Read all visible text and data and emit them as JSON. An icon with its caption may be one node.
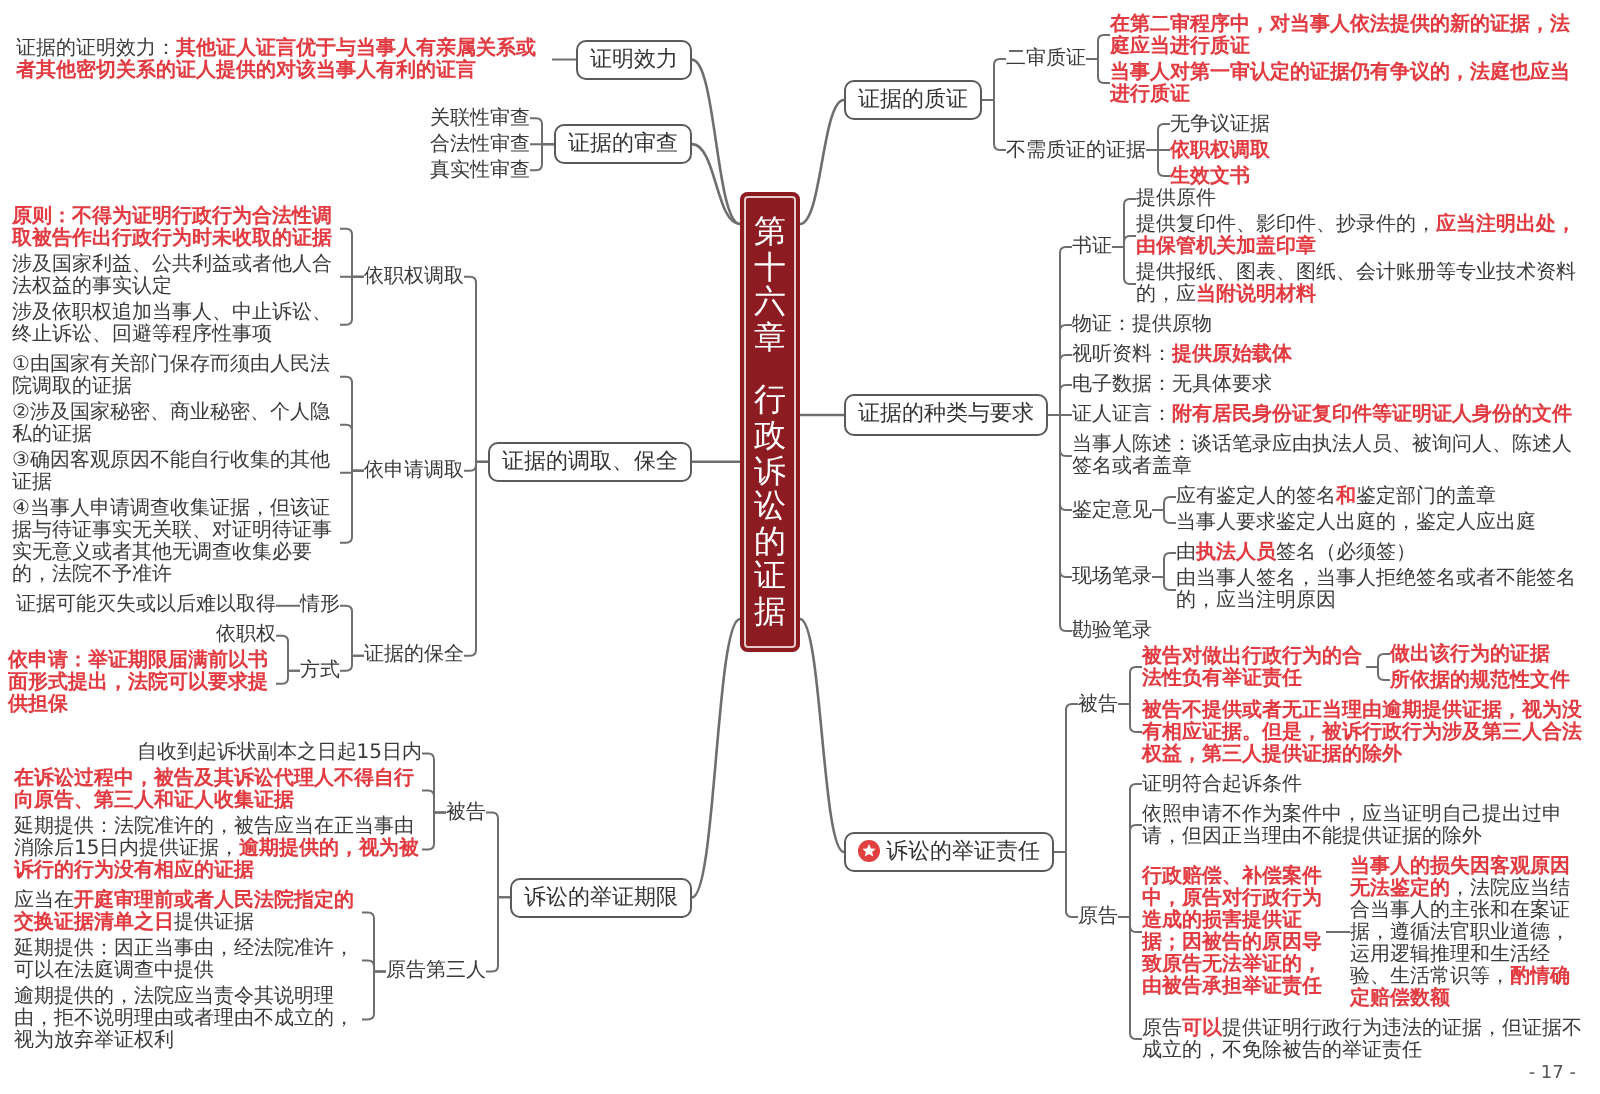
{
  "diagram": {
    "nodes": [
      {
        "text": [
          "第十六章",
          "行政诉讼的证据"
        ]
      },
      {
        "text": [
          "证明效力"
        ]
      },
      {
        "text": [
          "证据的证明效力：**其他证人证言优于与当事人有亲属关系或者其他密切关系的证人提供的对该当事人有利的证言**"
        ]
      },
      {
        "text": [
          "证据的审查"
        ]
      },
      {
        "text": [
          "关联性审查"
        ]
      },
      {
        "text": [
          "合法性审查"
        ]
      },
      {
        "text": [
          "真实性审查"
        ]
      },
      {
        "text": [
          "证据的调取、保全"
        ]
      },
      {
        "text": [
          "依职权调取"
        ]
      },
      {
        "text": [
          "原则：不得为证明行政行为合法性调取被告作出行政行为时未收取的证据"
        ]
      },
      {
        "text": [
          "涉及国家利益、公共利益或者他人合法权益的事实认定"
        ]
      },
      {
        "text": [
          "涉及依职权追加当事人、中止诉讼、终止诉讼、回避等程序性事项"
        ]
      },
      {
        "text": [
          "依申请调取"
        ]
      },
      {
        "text": [
          "①由国家有关部门保存而须由人民法院调取的证据"
        ]
      },
      {
        "text": [
          "②涉及国家秘密、商业秘密、个人隐私的证据"
        ]
      },
      {
        "text": [
          "③确因客观原因不能自行收集的其他证据"
        ]
      },
      {
        "text": [
          "④当事人申请调查收集证据，但该证据与待证事实无关联、对证明待证事实无意义或者其他无调查收集必要的，法院不予准许"
        ]
      },
      {
        "text": [
          "证据的保全"
        ]
      },
      {
        "text": [
          "情形"
        ]
      },
      {
        "text": [
          "证据可能灭失或以后难以取得"
        ]
      },
      {
        "text": [
          "方式"
        ]
      },
      {
        "text": [
          "依职权"
        ]
      },
      {
        "text": [
          "依申请：举证期限届满前以书面形式提出，法院可以要求提供担保"
        ]
      },
      {
        "text": [
          "诉讼的举证期限"
        ]
      },
      {
        "text": [
          "被告"
        ]
      },
      {
        "text": [
          "自收到起诉状副本之日起15日内"
        ]
      },
      {
        "text": [
          "在诉讼过程中，被告及其诉讼代理人不得自行向原告、第三人和证人收集证据"
        ]
      },
      {
        "text": [
          "延期提供：法院准许的，被告应当在正当事由消除后15日内提供证据，**逾期提供的，视为被诉行的行为没有相应的证据**"
        ]
      },
      {
        "text": [
          "原告第三人"
        ]
      },
      {
        "text": [
          "应当在**开庭审理前或者人民法院指定的交换证据清单之日**提供证据"
        ]
      },
      {
        "text": [
          "延期提供：因正当事由，经法院准许，可以在法庭调查中提供"
        ]
      },
      {
        "text": [
          "逾期提供的，法院应当责令其说明理由，拒不说明理由或者理由不成立的，视为放弃举证权利"
        ]
      },
      {
        "text": [
          "证据的质证"
        ]
      },
      {
        "text": [
          "二审质证"
        ]
      },
      {
        "text": [
          "在第二审程序中，对当事人依法提供的新的证据，法庭应当进行质证"
        ]
      },
      {
        "text": [
          "当事人对第一审认定的证据仍有争议的，法庭也应当进行质证"
        ]
      },
      {
        "text": [
          "不需质证的证据"
        ]
      },
      {
        "text": [
          "无争议证据"
        ]
      },
      {
        "text": [
          "依职权调取"
        ]
      },
      {
        "text": [
          "生效文书"
        ]
      },
      {
        "text": [
          "证据的种类与要求"
        ]
      },
      {
        "text": [
          "书证"
        ]
      },
      {
        "text": [
          "提供原件"
        ]
      },
      {
        "text": [
          "提供复印件、影印件、抄录件的，**应当注明出处，由保管机关加盖印章**"
        ]
      },
      {
        "text": [
          "提供报纸、图表、图纸、会计账册等专业技术资料的，应**当附说明材料**"
        ]
      },
      {
        "text": [
          "物证：提供原物"
        ]
      },
      {
        "text": [
          "视听资料：**提供原始载体**"
        ]
      },
      {
        "text": [
          "电子数据：无具体要求"
        ]
      },
      {
        "text": [
          "证人证言：**附有居民身份证复印件等证明证人身份的文件**"
        ]
      },
      {
        "text": [
          "当事人陈述：谈话笔录应由执法人员、被询问人、陈述人签名或者盖章"
        ]
      },
      {
        "text": [
          "鉴定意见"
        ]
      },
      {
        "text": [
          "应有鉴定人的签名**和**鉴定部门的盖章"
        ]
      },
      {
        "text": [
          "当事人要求鉴定人出庭的，鉴定人应出庭"
        ]
      },
      {
        "text": [
          "现场笔录"
        ]
      },
      {
        "text": [
          "由**执法人员**签名（必须签）"
        ]
      },
      {
        "text": [
          "由当事人签名，当事人拒绝签名或者不能签名的，应当注明原因"
        ]
      },
      {
        "text": [
          "勘验笔录"
        ]
      },
      {
        "text": [
          "诉讼的举证责任"
        ]
      },
      {
        "text": [
          "被告"
        ]
      },
      {
        "text": [
          "被告对做出行政行为的合法性负有举证责任"
        ]
      },
      {
        "text": [
          "做出该行为的证据"
        ]
      },
      {
        "text": [
          "所依据的规范性文件"
        ]
      },
      {
        "text": [
          "被告不提供或者无正当理由逾期提供证据，视为没有相应证据。但是，被诉行政行为涉及第三人合法权益，第三人提供证据的除外"
        ]
      },
      {
        "text": [
          "原告"
        ]
      },
      {
        "text": [
          "证明符合起诉条件"
        ]
      },
      {
        "text": [
          "依照申请不作为案件中，应当证明自己提出过申请，但因正当理由不能提供证据的除外"
        ]
      },
      {
        "text": [
          "行政赔偿、补偿案件中，原告对行政行为造成的损害提供证据；因被告的原因导致原告无法举证的，由被告承担举证责任"
        ]
      },
      {
        "text": [
          "**当事人的损失因客观原因无法鉴定的**，法院应当结合当事人的主张和在案证据，遵循法官职业道德，运用逻辑推理和生活经验、生活常识等，**酌情确定赔偿数额**"
        ]
      },
      {
        "text": [
          "原告**可以**提供证明行政行为违法的证据，但证据不成立的，不免除被告的举证责任"
        ]
      }
    ],
    "edges": [
      {
        "from": 0,
        "to": 1,
        "arrow": "none"
      },
      {
        "from": 1,
        "to": 2,
        "arrow": "none"
      },
      {
        "from": 0,
        "to": 3,
        "arrow": "none"
      },
      {
        "from": 3,
        "to": 4,
        "arrow": "none"
      },
      {
        "from": 3,
        "to": 5,
        "arrow": "none"
      },
      {
        "from": 3,
        "to": 6,
        "arrow": "none"
      },
      {
        "from": 0,
        "to": 7,
        "arrow": "none"
      },
      {
        "from": 7,
        "to": 8,
        "arrow": "none"
      },
      {
        "from": 8,
        "to": 9,
        "arrow": "none"
      },
      {
        "from": 8,
        "to": 10,
        "arrow": "none"
      },
      {
        "from": 8,
        "to": 11,
        "arrow": "none"
      },
      {
        "from": 7,
        "to": 12,
        "arrow": "none"
      },
      {
        "from": 12,
        "to": 13,
        "arrow": "none"
      },
      {
        "from": 12,
        "to": 14,
        "arrow": "none"
      },
      {
        "from": 12,
        "to": 15,
        "arrow": "none"
      },
      {
        "from": 12,
        "to": 16,
        "arrow": "none"
      },
      {
        "from": 7,
        "to": 17,
        "arrow": "none"
      },
      {
        "from": 17,
        "to": 18,
        "arrow": "none"
      },
      {
        "from": 18,
        "to": 19,
        "arrow": "none"
      },
      {
        "from": 17,
        "to": 20,
        "arrow": "none"
      },
      {
        "from": 20,
        "to": 21,
        "arrow": "none"
      },
      {
        "from": 20,
        "to": 22,
        "arrow": "none"
      },
      {
        "from": 0,
        "to": 23,
        "arrow": "none"
      },
      {
        "from": 23,
        "to": 24,
        "arrow": "none"
      },
      {
        "from": 24,
        "to": 25,
        "arrow": "none"
      },
      {
        "from": 24,
        "to": 26,
        "arrow": "none"
      },
      {
        "from": 24,
        "to": 27,
        "arrow": "none"
      },
      {
        "from": 23,
        "to": 28,
        "arrow": "none"
      },
      {
        "from": 28,
        "to": 29,
        "arrow": "none"
      },
      {
        "from": 28,
        "to": 30,
        "arrow": "none"
      },
      {
        "from": 28,
        "to": 31,
        "arrow": "none"
      },
      {
        "from": 0,
        "to": 32,
        "arrow": "none"
      },
      {
        "from": 32,
        "to": 33,
        "arrow": "none"
      },
      {
        "from": 33,
        "to": 34,
        "arrow": "none"
      },
      {
        "from": 33,
        "to": 35,
        "arrow": "none"
      },
      {
        "from": 32,
        "to": 36,
        "arrow": "none"
      },
      {
        "from": 36,
        "to": 37,
        "arrow": "none"
      },
      {
        "from": 36,
        "to": 38,
        "arrow": "none"
      },
      {
        "from": 36,
        "to": 39,
        "arrow": "none"
      },
      {
        "from": 0,
        "to": 40,
        "arrow": "none"
      },
      {
        "from": 40,
        "to": 41,
        "arrow": "none"
      },
      {
        "from": 41,
        "to": 42,
        "arrow": "none"
      },
      {
        "from": 41,
        "to": 43,
        "arrow": "none"
      },
      {
        "from": 41,
        "to": 44,
        "arrow": "none"
      },
      {
        "from": 40,
        "to": 45,
        "arrow": "none"
      },
      {
        "from": 40,
        "to": 46,
        "arrow": "none"
      },
      {
        "from": 40,
        "to": 47,
        "arrow": "none"
      },
      {
        "from": 40,
        "to": 48,
        "arrow": "none"
      },
      {
        "from": 40,
        "to": 49,
        "arrow": "none"
      },
      {
        "from": 40,
        "to": 50,
        "arrow": "none"
      },
      {
        "from": 50,
        "to": 51,
        "arrow": "none"
      },
      {
        "from": 50,
        "to": 52,
        "arrow": "none"
      },
      {
        "from": 40,
        "to": 53,
        "arrow": "none"
      },
      {
        "from": 53,
        "to": 54,
        "arrow": "none"
      },
      {
        "from": 53,
        "to": 55,
        "arrow": "none"
      },
      {
        "from": 40,
        "to": 56,
        "arrow": "none"
      },
      {
        "from": 0,
        "to": 57,
        "arrow": "none"
      },
      {
        "from": 57,
        "to": 58,
        "arrow": "none"
      },
      {
        "from": 58,
        "to": 59,
        "arrow": "none"
      },
      {
        "from": 59,
        "to": 60,
        "arrow": "none"
      },
      {
        "from": 59,
        "to": 61,
        "arrow": "none"
      },
      {
        "from": 58,
        "to": 62,
        "arrow": "none"
      },
      {
        "from": 57,
        "to": 63,
        "arrow": "none"
      },
      {
        "from": 63,
        "to": 64,
        "arrow": "none"
      },
      {
        "from": 63,
        "to": 65,
        "arrow": "none"
      },
      {
        "from": 63,
        "to": 66,
        "arrow": "none"
      },
      {
        "from": 66,
        "to": 67,
        "arrow": "none"
      },
      {
        "from": 63,
        "to": 68,
        "arrow": "none"
      }
    ],
    "labels": [
      "- 17 -"
    ]
  }
}
